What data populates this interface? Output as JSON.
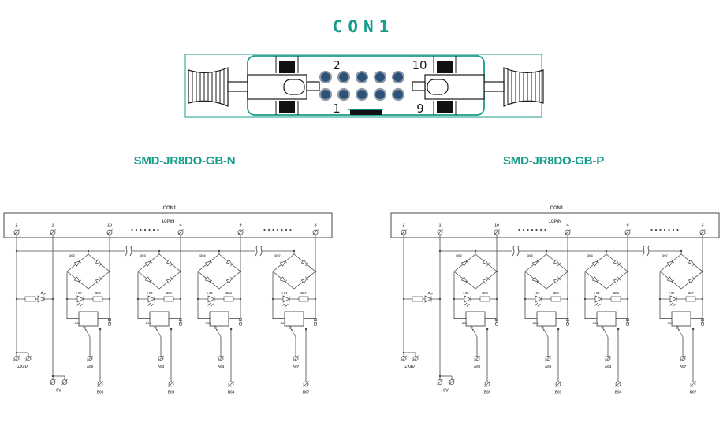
{
  "colors": {
    "teal": "#189c8b",
    "line": "#4d4a45",
    "pin_fill": "#2d5278",
    "pin_stroke": "#8f9aa6",
    "black": "#111111"
  },
  "connector": {
    "title": "CON1",
    "pin_top_left": "2",
    "pin_top_right": "10",
    "pin_bottom_left": "1",
    "pin_bottom_right": "9",
    "pin_rows": 2,
    "pin_cols": 5
  },
  "schematics": [
    {
      "title": "SMD-JR8DO-GB-N",
      "variant": "N",
      "header": {
        "label": "CON1",
        "sub": "10PIN"
      },
      "pins": [
        "2",
        "1",
        "10",
        "4",
        "9",
        "3"
      ],
      "power": {
        "pos": "+24V",
        "neg": "0V"
      },
      "channels": [
        {
          "name": "CH1",
          "bridge": "D00",
          "led": "L00",
          "res": "R00",
          "sw": "S00",
          "a": "A00",
          "b": "B00"
        },
        {
          "name": "CH4",
          "bridge": "D03",
          "led": "L03",
          "res": "R03",
          "sw": "S03",
          "a": "A03",
          "b": "B03"
        },
        {
          "name": "CH5",
          "bridge": "D04",
          "led": "L04",
          "res": "R04",
          "sw": "S04",
          "a": "A04",
          "b": "B04"
        },
        {
          "name": "CH8",
          "bridge": "D07",
          "led": "L07",
          "res": "R07",
          "sw": "S07",
          "a": "A07",
          "b": "B07"
        }
      ]
    },
    {
      "title": "SMD-JR8DO-GB-P",
      "variant": "P",
      "header": {
        "label": "CON1",
        "sub": "10PIN"
      },
      "pins": [
        "2",
        "1",
        "10",
        "4",
        "9",
        "3"
      ],
      "power": {
        "pos": "+24V",
        "neg": "0V"
      },
      "channels": [
        {
          "name": "CH1",
          "bridge": "D00",
          "led": "L00",
          "res": "R00",
          "sw": "S00",
          "a": "A00",
          "b": "B00"
        },
        {
          "name": "CH4",
          "bridge": "D03",
          "led": "L03",
          "res": "R03",
          "sw": "S03",
          "a": "A03",
          "b": "B03"
        },
        {
          "name": "CH5",
          "bridge": "D04",
          "led": "L04",
          "res": "R04",
          "sw": "S04",
          "a": "A04",
          "b": "B04"
        },
        {
          "name": "CH8",
          "bridge": "D07",
          "led": "L07",
          "res": "R07",
          "sw": "S07",
          "a": "A07",
          "b": "B07"
        }
      ]
    }
  ]
}
